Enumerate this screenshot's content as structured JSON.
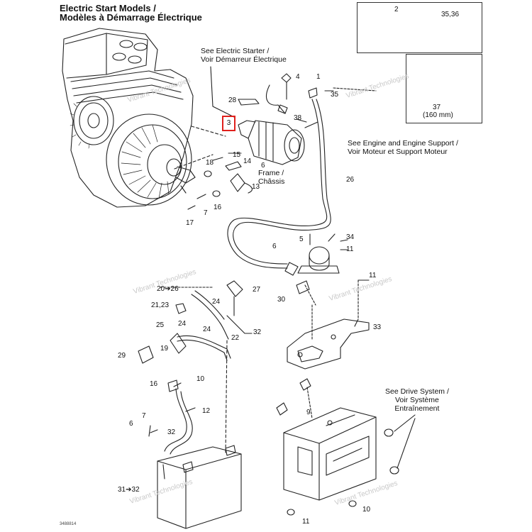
{
  "title": {
    "line1": "Electric Start Models /",
    "line2": "Modèles à Démarrage Électrique"
  },
  "notes": {
    "starter": [
      "See Electric Starter /",
      "Voir Démarreur Électrique"
    ],
    "engine": [
      "See Engine and Engine Support /",
      "Voir Moteur et Support Moteur"
    ],
    "frame": [
      "Frame /",
      "Châssis"
    ],
    "drive": [
      "See Drive System /",
      "Voir Système",
      "Entraînement"
    ]
  },
  "highlighted_ref": "3",
  "inset_labels": {
    "a": "2",
    "b": "35,36",
    "c": "37",
    "c_note": "(160 mm)"
  },
  "callouts": [
    {
      "id": "c4",
      "text": "4"
    },
    {
      "id": "c1a",
      "text": "1"
    },
    {
      "id": "c28",
      "text": "28"
    },
    {
      "id": "c35",
      "text": "35"
    },
    {
      "id": "c38",
      "text": "38"
    },
    {
      "id": "c18",
      "text": "18"
    },
    {
      "id": "c15",
      "text": "15"
    },
    {
      "id": "c14",
      "text": "14"
    },
    {
      "id": "c6a",
      "text": "6"
    },
    {
      "id": "c13",
      "text": "13"
    },
    {
      "id": "c26",
      "text": "26"
    },
    {
      "id": "c7a",
      "text": "7"
    },
    {
      "id": "c16a",
      "text": "16"
    },
    {
      "id": "c17",
      "text": "17"
    },
    {
      "id": "c34",
      "text": "34"
    },
    {
      "id": "c5",
      "text": "5"
    },
    {
      "id": "c11a",
      "text": "11"
    },
    {
      "id": "c6b",
      "text": "6"
    },
    {
      "id": "c11b",
      "text": "11"
    },
    {
      "id": "c30",
      "text": "30"
    },
    {
      "id": "c20",
      "text": "20➔26"
    },
    {
      "id": "c27",
      "text": "27"
    },
    {
      "id": "c2123",
      "text": "21,23"
    },
    {
      "id": "c24a",
      "text": "24"
    },
    {
      "id": "c25",
      "text": "25"
    },
    {
      "id": "c24b",
      "text": "24"
    },
    {
      "id": "c24c",
      "text": "24"
    },
    {
      "id": "c22",
      "text": "22"
    },
    {
      "id": "c32a",
      "text": "32"
    },
    {
      "id": "c33",
      "text": "33"
    },
    {
      "id": "c29",
      "text": "29"
    },
    {
      "id": "c19",
      "text": "19"
    },
    {
      "id": "c16b",
      "text": "16"
    },
    {
      "id": "c10a",
      "text": "10"
    },
    {
      "id": "c12",
      "text": "12"
    },
    {
      "id": "c7b",
      "text": "7"
    },
    {
      "id": "c6c",
      "text": "6"
    },
    {
      "id": "c32b",
      "text": "32"
    },
    {
      "id": "c9",
      "text": "9"
    },
    {
      "id": "c3132",
      "text": "31➔32"
    },
    {
      "id": "c10b",
      "text": "10"
    },
    {
      "id": "c11c",
      "text": "11"
    }
  ],
  "watermark": "Vibrant Technologies",
  "doc_number": "3488814",
  "colors": {
    "line": "#222222",
    "highlight": "#e0201c",
    "watermark": "#c9c9c9"
  }
}
